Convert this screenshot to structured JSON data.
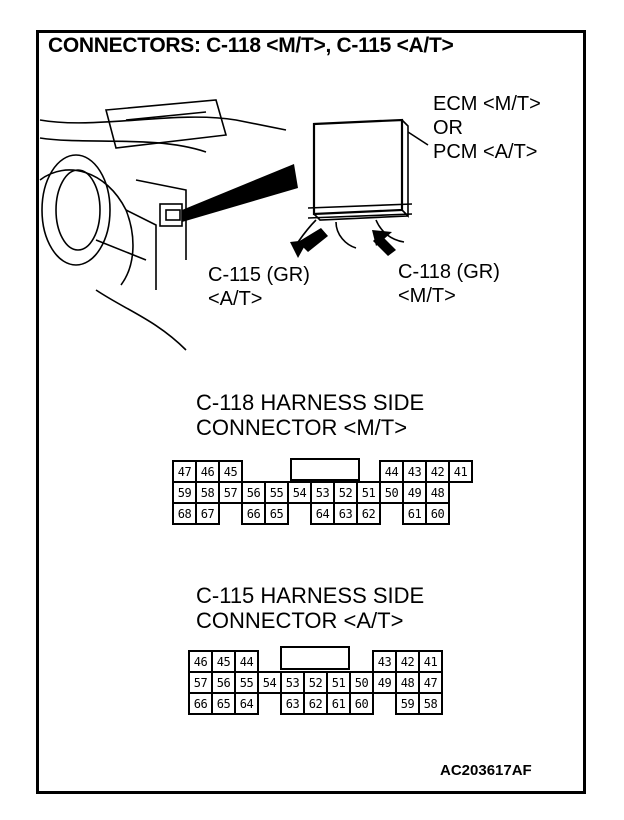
{
  "title": "CONNECTORS: C-118 <M/T>, C-115 <A/T>",
  "module_label": {
    "line1": "ECM <M/T>",
    "line2": "OR",
    "line3": "PCM <A/T>"
  },
  "left_connector_label": {
    "line1": "C-115 (GR)",
    "line2": "<A/T>"
  },
  "right_connector_label": {
    "line1": "C-118 (GR)",
    "line2": "<M/T>"
  },
  "c118": {
    "heading1": "C-118 HARNESS SIDE",
    "heading2": "CONNECTOR <M/T>",
    "rows": [
      [
        "47",
        "46",
        "45",
        "",
        "",
        "",
        "",
        "",
        "",
        "44",
        "43",
        "42",
        "41"
      ],
      [
        "59",
        "58",
        "57",
        "56",
        "55",
        "54",
        "53",
        "52",
        "51",
        "50",
        "49",
        "48",
        ""
      ],
      [
        "68",
        "67",
        "",
        "66",
        "65",
        "",
        "64",
        "63",
        "62",
        "",
        "61",
        "60",
        ""
      ]
    ]
  },
  "c115": {
    "heading1": "C-115 HARNESS SIDE",
    "heading2": "CONNECTOR <A/T>",
    "rows": [
      [
        "46",
        "45",
        "44",
        "",
        "",
        "",
        "",
        "",
        "43",
        "42",
        "41"
      ],
      [
        "57",
        "56",
        "55",
        "54",
        "53",
        "52",
        "51",
        "50",
        "49",
        "48",
        "47"
      ],
      [
        "66",
        "65",
        "64",
        "",
        "63",
        "62",
        "61",
        "60",
        "",
        "59",
        "58"
      ]
    ]
  },
  "figure_code": "AC203617AF"
}
